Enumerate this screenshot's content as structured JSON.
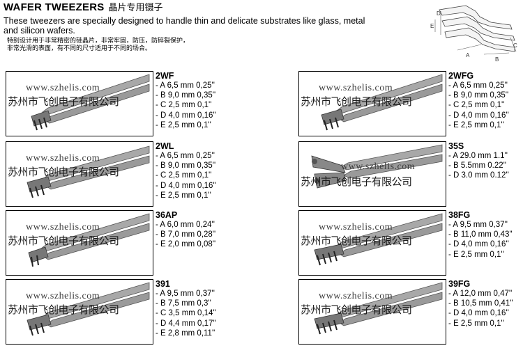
{
  "header": {
    "title_en": "WAFER TWEEZERS",
    "title_cn": "晶片专用镊子",
    "description": "These tweezers are specially designed to handle thin and delicate substrates like glass, metal and silicon wafers.",
    "description_cn_1": "特别设计用于非常精密的硅晶片，非常牢固，防压，防碎裂保护，",
    "description_cn_2": "非常光滑的表面，有不同的尺寸适用于不同的场合。"
  },
  "diagram": {
    "labels": [
      "A",
      "B",
      "C",
      "D",
      "E"
    ]
  },
  "watermark": {
    "url": "www.szhelis.com",
    "company_cn": "苏州市飞创电子有限公司"
  },
  "products": [
    {
      "code": "2WF",
      "specs": [
        "- A 6,5 mm 0,25''",
        "- B 9,0 mm 0,35''",
        "- C 2,5 mm 0,1''",
        "- D 4,0 mm 0,16''",
        "- E 2,5 mm 0,1''"
      ]
    },
    {
      "code": "2WL",
      "specs": [
        "- A 6,5 mm 0,25''",
        "- B 9,0 mm 0,35''",
        "- C 2,5 mm 0,1''",
        "- D 4,0 mm 0,16''",
        "- E 2,5 mm 0,1''"
      ]
    },
    {
      "code": "36AP",
      "specs": [
        "- A 6,0 mm 0,24''",
        "- B 7,0 mm 0,28''",
        "- E 2,0 mm 0,08''"
      ]
    },
    {
      "code": "391",
      "specs": [
        "- A 9,5 mm 0,37''",
        "- B 7,5 mm 0,3''",
        "- C 3,5 mm 0,14''",
        "- D 4,4 mm 0,17''",
        "- E 2,8 mm 0,11''"
      ]
    },
    {
      "code": "2WFG",
      "specs": [
        "- A 6,5 mm 0,25''",
        "- B 9,0 mm 0,35''",
        "- C 2,5 mm 0,1''",
        "- D 4,0 mm 0,16''",
        "- E 2,5 mm 0,1''"
      ]
    },
    {
      "code": "35S",
      "specs": [
        "- A 29.0 mm  1.1''",
        "- B 5.5mm  0.22''",
        "- D 3.0 mm  0.12''"
      ]
    },
    {
      "code": "38FG",
      "specs": [
        "- A 9,5 mm 0,37''",
        "- B 11,0 mm 0,43''",
        "- D 4,0 mm 0,16''",
        "- E 2,5 mm 0,1''"
      ]
    },
    {
      "code": "39FG",
      "specs": [
        "- A 12,0 mm 0,47''",
        "- B 10,5 mm 0,41''",
        "- D 4,0 mm 0,16''",
        "- E 2,5 mm 0,1''"
      ]
    }
  ]
}
